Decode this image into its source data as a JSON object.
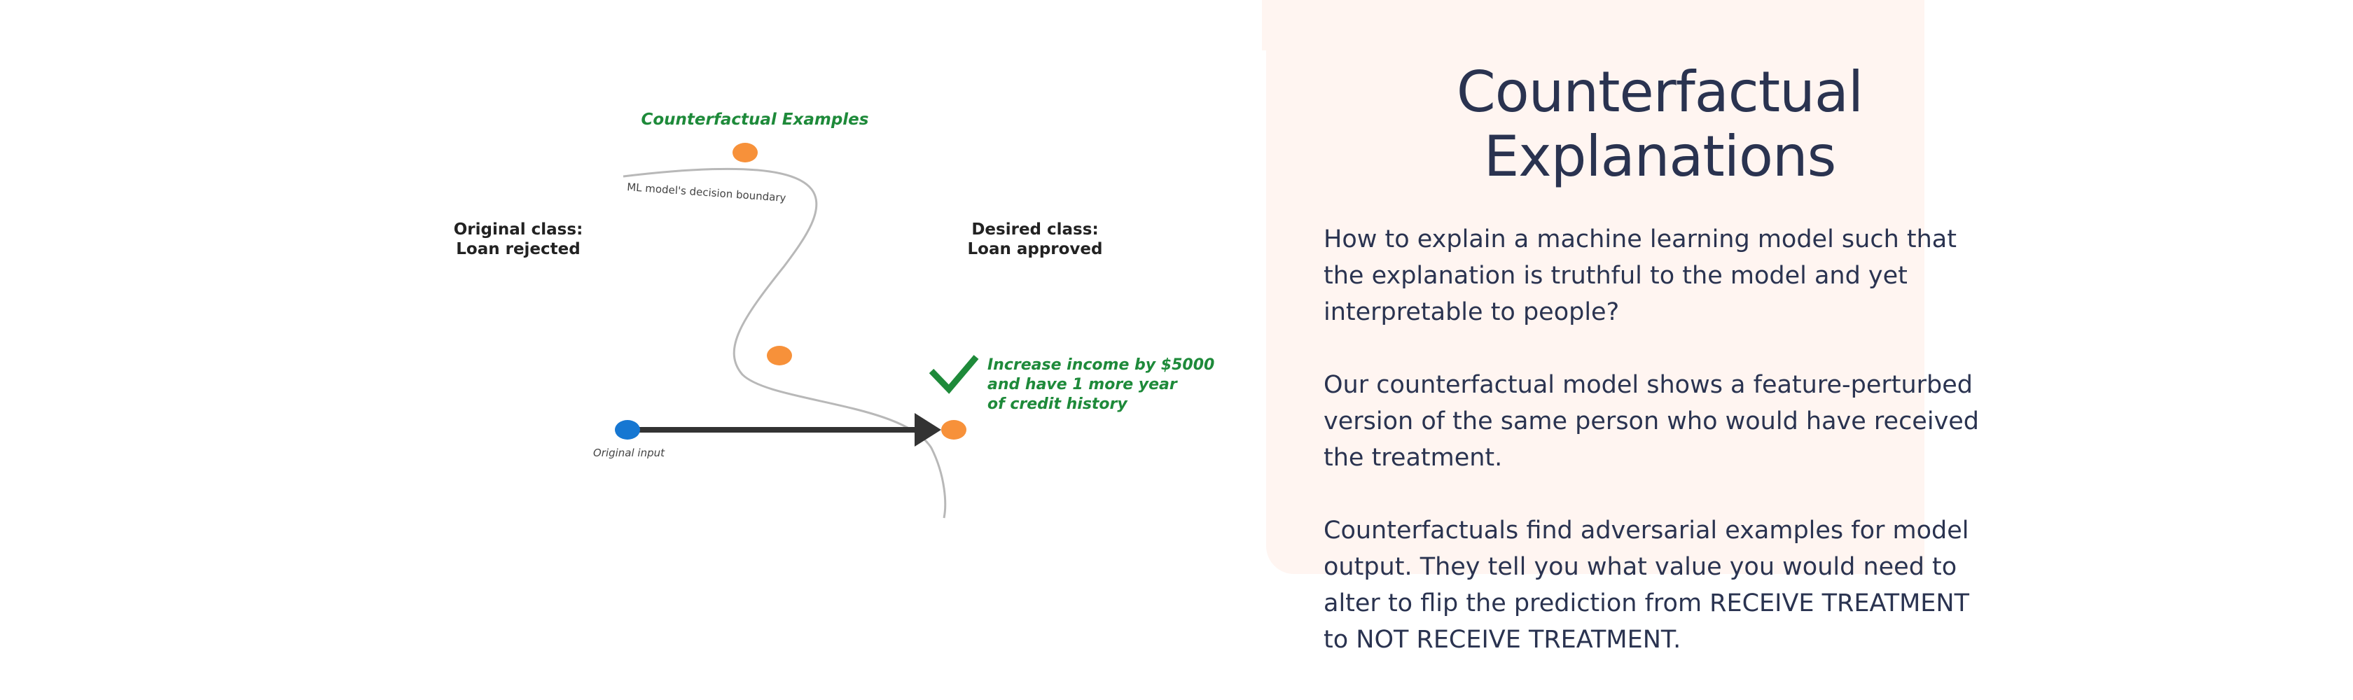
{
  "diagram": {
    "counterfactual_examples_label": "Counterfactual Examples",
    "boundary_label": "ML model's decision boundary",
    "original_class": {
      "line1": "Original class:",
      "line2": "Loan rejected"
    },
    "desired_class": {
      "line1": "Desired class:",
      "line2": "Loan approved"
    },
    "original_input_label": "Original input",
    "suggestion": {
      "line1": "Increase income by $5000",
      "line2": "and have 1 more year",
      "line3": "of credit history"
    },
    "colors": {
      "counterfactual_point": "#f7913a",
      "original_point": "#1677d2",
      "accent_green": "#1e8a3a",
      "arrow": "#333333",
      "boundary": "#b8b8b8"
    }
  },
  "panel": {
    "title_line1": "Counterfactual",
    "title_line2": "Explanations",
    "paragraphs": [
      "How to explain a machine learning model such that the explanation is truthful to the model and yet interpretable to people?",
      "Our counterfactual model shows a feature-perturbed version of the same person who would have received the treatment.",
      "Counterfactuals find adversarial examples for model output. They tell you what value you would need to alter to flip the prediction from RECEIVE TREATMENT to NOT RECEIVE TREATMENT."
    ],
    "background_color": "#fff5f1",
    "text_color": "#2a3350"
  }
}
